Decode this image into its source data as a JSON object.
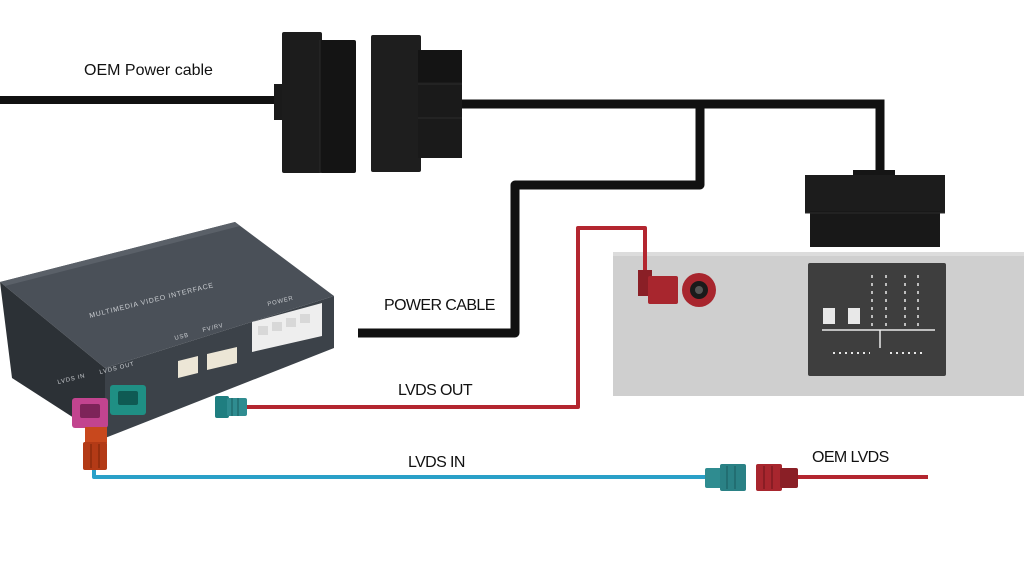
{
  "labels": {
    "oem_power_cable": "OEM  Power cable",
    "power_cable": "POWER CABLE",
    "lvds_out": "LVDS OUT",
    "lvds_in": "LVDS IN",
    "oem_lvds": "OEM  LVDS"
  },
  "unit": {
    "title": "MULTIMEDIA VIDEO INTERFACE",
    "port_lvds_in": "LVDS IN",
    "port_lvds_out": "LVDS OUT",
    "port_usb": "USB",
    "port_fvrv": "FV/RV",
    "port_power": "POWER"
  },
  "colors": {
    "cable_black": "#111111",
    "cable_red": "#b3262f",
    "cable_blue": "#2aa0c8",
    "unit_body": "#3c4249",
    "connector_pink": "#c2448f",
    "connector_teal": "#1f8f84",
    "connector_red": "#a8262e",
    "connector_teal_small": "#2f8c90",
    "screen_panel": "#cfcfcf",
    "screen_face": "#3e3e3e"
  }
}
